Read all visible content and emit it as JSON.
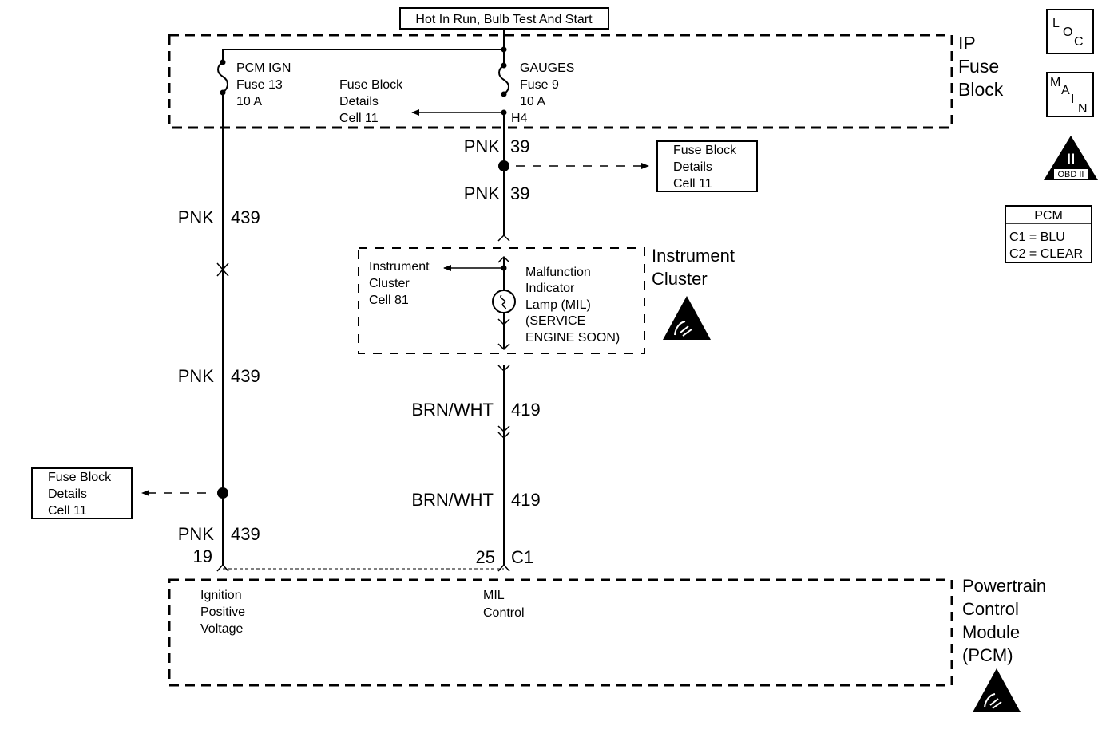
{
  "header": {
    "power_label": "Hot In Run, Bulb Test And Start"
  },
  "ip_fuse_block": {
    "title_lines": [
      "IP",
      "Fuse",
      "Block"
    ],
    "fuse_left": {
      "lines": [
        "PCM IGN",
        "Fuse 13",
        "10 A"
      ]
    },
    "fuse_right": {
      "lines": [
        "GAUGES",
        "Fuse 9",
        "10 A"
      ]
    },
    "ref_lines": [
      "Fuse Block",
      "Details",
      "Cell 11"
    ],
    "connector": "H4"
  },
  "badges": {
    "loc": [
      "L",
      "O",
      "C"
    ],
    "main": [
      "M",
      "A",
      "I",
      "N"
    ],
    "obd": {
      "numeral": "II",
      "label": "OBD II"
    }
  },
  "pcm_legend": {
    "title": "PCM",
    "rows": [
      "C1 = BLU",
      "C2 = CLEAR"
    ]
  },
  "wires": {
    "pnk39_upper": {
      "color": "PNK",
      "circuit": "39"
    },
    "pnk39_lower": {
      "color": "PNK",
      "circuit": "39"
    },
    "pnk439_a": {
      "color": "PNK",
      "circuit": "439"
    },
    "pnk439_b": {
      "color": "PNK",
      "circuit": "439"
    },
    "pnk439_c": {
      "color": "PNK",
      "circuit": "439"
    },
    "brnwht_a": {
      "color": "BRN/WHT",
      "circuit": "419"
    },
    "brnwht_b": {
      "color": "BRN/WHT",
      "circuit": "419"
    }
  },
  "splice_ref_right": [
    "Fuse Block",
    "Details",
    "Cell 11"
  ],
  "splice_ref_left": [
    "Fuse Block",
    "Details",
    "Cell 11"
  ],
  "instrument_cluster": {
    "title_lines": [
      "Instrument",
      "Cluster"
    ],
    "ref_lines": [
      "Instrument",
      "Cluster",
      "Cell 81"
    ],
    "lamp_lines": [
      "Malfunction",
      "Indicator",
      "Lamp (MIL)",
      "(SERVICE",
      "ENGINE SOON)"
    ]
  },
  "pcm": {
    "title_lines": [
      "Powertrain",
      "Control",
      "Module",
      "(PCM)"
    ],
    "pin_left": "19",
    "pin_right": "25",
    "connector": "C1",
    "input_left": [
      "Ignition",
      "Positive",
      "Voltage"
    ],
    "input_right": [
      "MIL",
      "Control"
    ]
  }
}
